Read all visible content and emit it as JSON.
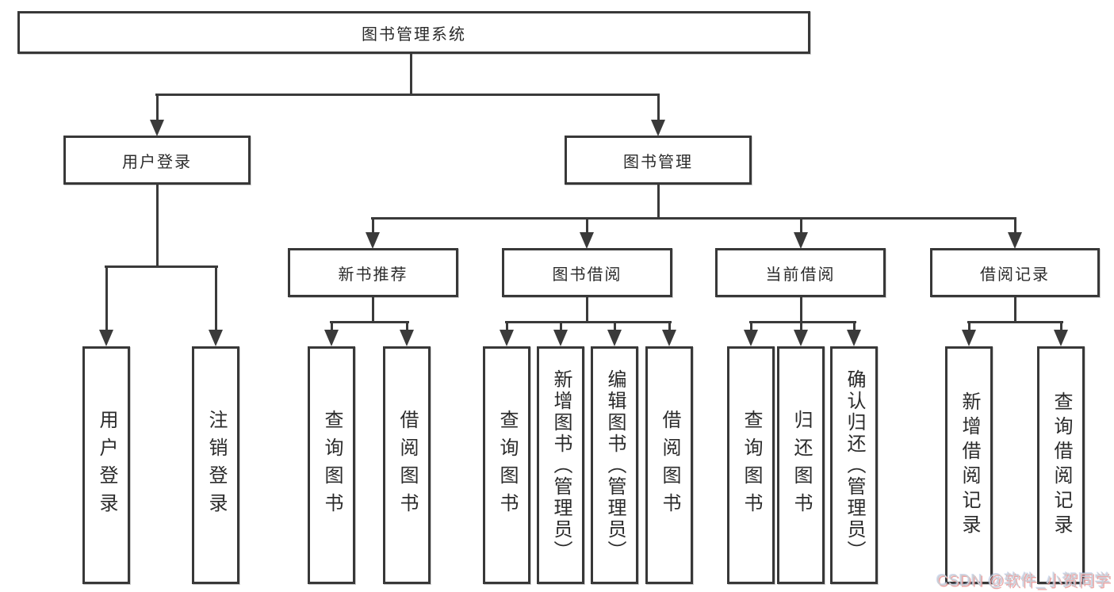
{
  "diagram": {
    "root": {
      "label": "图书管理系统"
    },
    "level2": [
      {
        "label": "用户登录"
      },
      {
        "label": "图书管理"
      }
    ],
    "level3": [
      {
        "label": "新书推荐",
        "parent": "图书管理"
      },
      {
        "label": "图书借阅",
        "parent": "图书管理"
      },
      {
        "label": "当前借阅",
        "parent": "图书管理"
      },
      {
        "label": "借阅记录",
        "parent": "图书管理"
      }
    ],
    "leaves": [
      {
        "label": "用户登录",
        "parent": "用户登录"
      },
      {
        "label": "注销登录",
        "parent": "用户登录"
      },
      {
        "label": "查询图书",
        "parent": "新书推荐"
      },
      {
        "label": "借阅图书",
        "parent": "新书推荐"
      },
      {
        "label": "查询图书",
        "parent": "图书借阅"
      },
      {
        "label": "新增图书（管理员）",
        "parent": "图书借阅"
      },
      {
        "label": "编辑图书（管理员）",
        "parent": "图书借阅"
      },
      {
        "label": "借阅图书",
        "parent": "图书借阅"
      },
      {
        "label": "查询图书",
        "parent": "当前借阅"
      },
      {
        "label": "归还图书",
        "parent": "当前借阅"
      },
      {
        "label": "确认归还（管理员）",
        "parent": "当前借阅"
      },
      {
        "label": "新增借阅记录",
        "parent": "借阅记录"
      },
      {
        "label": "查询借阅记录",
        "parent": "借阅记录"
      }
    ]
  },
  "watermark": {
    "text": "CSDN @软件_小贺同学"
  },
  "colors": {
    "line": "#3a3a3a",
    "box_border": "#383838",
    "text": "#2b2b2b",
    "background": "#ffffff",
    "watermark_text": "#cbced4",
    "watermark_shadow": "#ea9696"
  }
}
